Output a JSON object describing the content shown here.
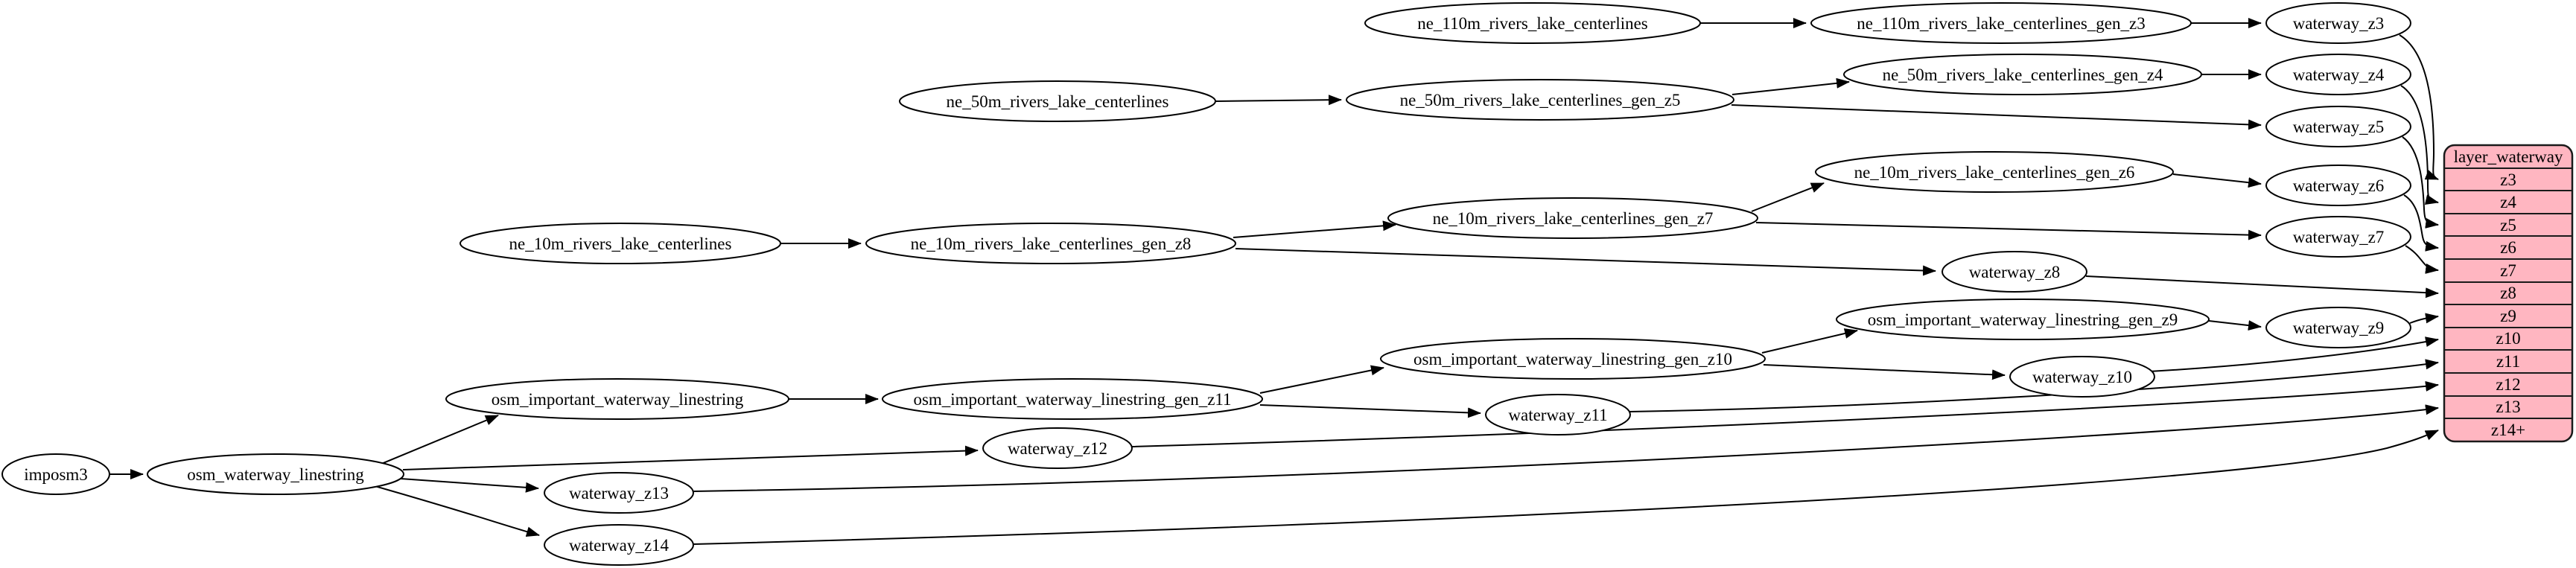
{
  "diagram": {
    "type": "graphviz-etl-flow",
    "nodes": {
      "imposm3": "imposm3",
      "osm_waterway_linestring": "osm_waterway_linestring",
      "osm_important_waterway_linestring": "osm_important_waterway_linestring",
      "osm_important_waterway_linestring_gen_z11": "osm_important_waterway_linestring_gen_z11",
      "osm_important_waterway_linestring_gen_z10": "osm_important_waterway_linestring_gen_z10",
      "osm_important_waterway_linestring_gen_z9": "osm_important_waterway_linestring_gen_z9",
      "ne_110m_rivers_lake_centerlines": "ne_110m_rivers_lake_centerlines",
      "ne_110m_rivers_lake_centerlines_gen_z3": "ne_110m_rivers_lake_centerlines_gen_z3",
      "ne_50m_rivers_lake_centerlines": "ne_50m_rivers_lake_centerlines",
      "ne_50m_rivers_lake_centerlines_gen_z5": "ne_50m_rivers_lake_centerlines_gen_z5",
      "ne_50m_rivers_lake_centerlines_gen_z4": "ne_50m_rivers_lake_centerlines_gen_z4",
      "ne_10m_rivers_lake_centerlines": "ne_10m_rivers_lake_centerlines",
      "ne_10m_rivers_lake_centerlines_gen_z8": "ne_10m_rivers_lake_centerlines_gen_z8",
      "ne_10m_rivers_lake_centerlines_gen_z7": "ne_10m_rivers_lake_centerlines_gen_z7",
      "ne_10m_rivers_lake_centerlines_gen_z6": "ne_10m_rivers_lake_centerlines_gen_z6",
      "waterway_z3": "waterway_z3",
      "waterway_z4": "waterway_z4",
      "waterway_z5": "waterway_z5",
      "waterway_z6": "waterway_z6",
      "waterway_z7": "waterway_z7",
      "waterway_z8": "waterway_z8",
      "waterway_z9": "waterway_z9",
      "waterway_z10": "waterway_z10",
      "waterway_z11": "waterway_z11",
      "waterway_z12": "waterway_z12",
      "waterway_z13": "waterway_z13",
      "waterway_z14": "waterway_z14"
    },
    "record": {
      "title": "layer_waterway",
      "rows": [
        "z3",
        "z4",
        "z5",
        "z6",
        "z7",
        "z8",
        "z9",
        "z10",
        "z11",
        "z12",
        "z13",
        "z14+"
      ]
    },
    "colors": {
      "record_fill": "#ffb6c1",
      "record_stroke": "#1a1a1a",
      "node_fill": "#ffffff",
      "node_stroke": "#000000",
      "edge": "#000000",
      "background": "#ffffff"
    }
  }
}
